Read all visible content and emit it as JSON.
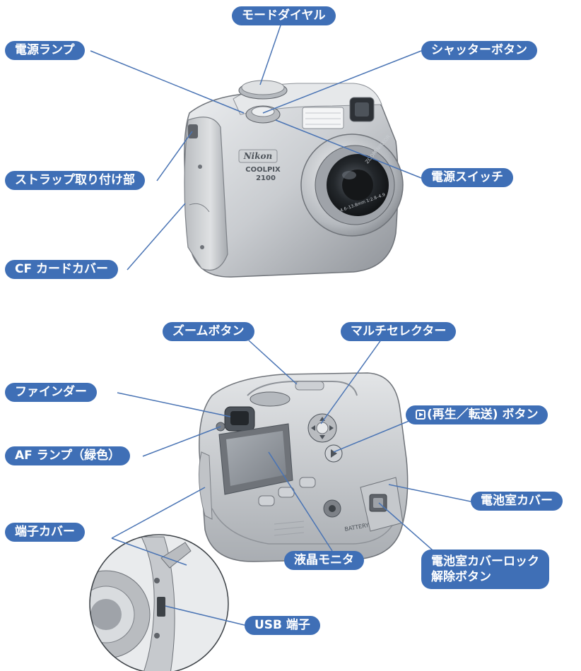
{
  "colors": {
    "label_bg": "#3f6fb6",
    "label_text": "#ffffff",
    "leader": "#4a74b4",
    "body_light": "#d7d9dc",
    "body_mid": "#a9adb2",
    "body_dark": "#6f7379",
    "lens_dark": "#2d3136",
    "lcd": "#8f949b"
  },
  "top": {
    "mode_dial": "モードダイヤル",
    "power_lamp": "電源ランプ",
    "shutter_button": "シャッターボタン",
    "strap_mount": "ストラップ取り付け部",
    "power_switch": "電源スイッチ",
    "cf_cover": "CF カードカバー"
  },
  "camera_front": {
    "brand": "Nikon",
    "model_line1": "COOLPIX",
    "model_line2": "2100",
    "lens_text": "ZOOM NIKKOR",
    "lens_spec": "4.6–13.8mm 1:2.8–4.9"
  },
  "bottom": {
    "zoom_button": "ズームボタン",
    "multi_selector": "マルチセレクター",
    "finder": "ファインダー",
    "playback_button": "(再生／転送) ボタン",
    "af_lamp": "AF ランプ（緑色）",
    "battery_cover": "電池室カバー",
    "terminal_cover": "端子カバー",
    "lcd_monitor": "液晶モニタ",
    "battery_lock_line1": "電池室カバーロック",
    "battery_lock_line2": "解除ボタン",
    "usb_terminal": "USB 端子"
  },
  "camera_back": {
    "battery_text": "BATTERY"
  }
}
